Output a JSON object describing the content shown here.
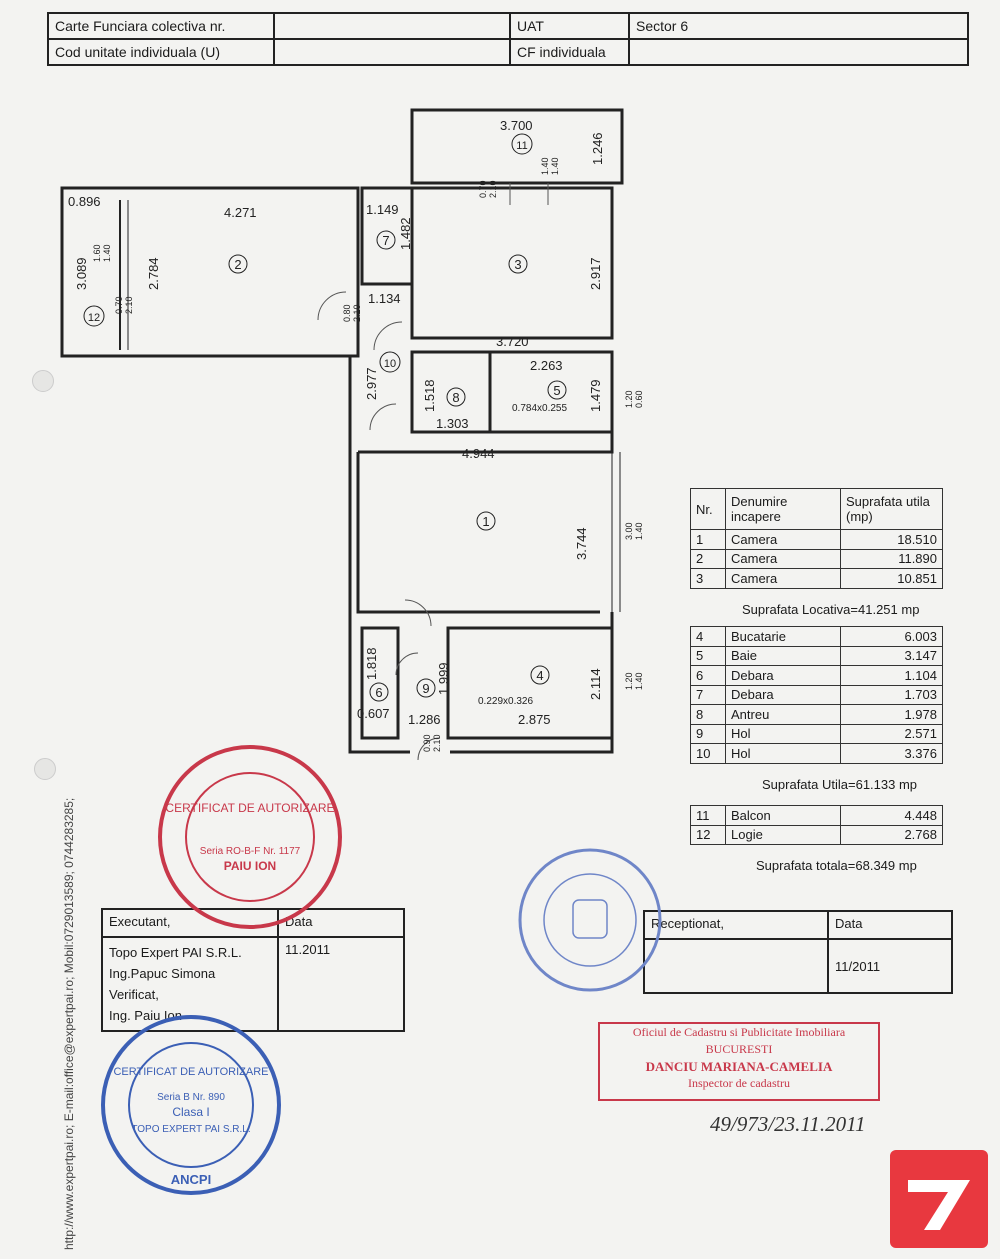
{
  "header": {
    "carte_funciara_label": "Carte Funciara colectiva nr.",
    "uat_label": "UAT",
    "uat_value": "Sector 6",
    "cod_unitate_label": "Cod unitate individuala (U)",
    "cf_individuala_label": "CF individuala"
  },
  "plan": {
    "dims": {
      "d3700": "3.700",
      "d1246": "1.246",
      "d0896": "0.896",
      "d4271": "4.271",
      "d1149": "1.149",
      "d3089": "3.089",
      "d2784": "2.784",
      "d1482": "1.482",
      "d2917": "2.917",
      "d1134": "1.134",
      "d3720": "3.720",
      "d2977": "2.977",
      "d2263": "2.263",
      "d1518": "1.518",
      "d1479": "1.479",
      "d1303": "1.303",
      "d0784": "0.784x0.255",
      "d4944": "4.944",
      "d3744": "3.744",
      "d1818": "1.818",
      "d1999": "1.999",
      "d2114": "2.114",
      "d0229": "0.229x0.326",
      "d0607": "0.607",
      "d1286": "1.286",
      "d2875": "2.875"
    },
    "openings": {
      "o1": "1.40",
      "o2": "1.40",
      "o3": "0.70",
      "o4": "2.10",
      "o5": "1.60",
      "o6": "1.40",
      "o7": "0.70",
      "o8": "2.10",
      "o9": "0.80",
      "o10": "2.10",
      "o11": "1.20",
      "o12": "0.60",
      "o13": "3.00",
      "o14": "1.40",
      "o15": "1.20",
      "o16": "1.40",
      "o17": "0.90",
      "o18": "2.10"
    },
    "rooms": [
      "1",
      "2",
      "3",
      "4",
      "5",
      "6",
      "7",
      "8",
      "9",
      "10",
      "11",
      "12"
    ]
  },
  "rooms_table": {
    "headers": [
      "Nr.",
      "Denumire incapere",
      "Suprafata utila (mp)"
    ],
    "rows_main": [
      {
        "nr": "1",
        "name": "Camera",
        "area": "18.510"
      },
      {
        "nr": "2",
        "name": "Camera",
        "area": "11.890"
      },
      {
        "nr": "3",
        "name": "Camera",
        "area": "10.851"
      }
    ],
    "suprafata_locativa": "Suprafata Locativa=41.251 mp",
    "rows_aux": [
      {
        "nr": "4",
        "name": "Bucatarie",
        "area": "6.003"
      },
      {
        "nr": "5",
        "name": "Baie",
        "area": "3.147"
      },
      {
        "nr": "6",
        "name": "Debara",
        "area": "1.104"
      },
      {
        "nr": "7",
        "name": "Debara",
        "area": "1.703"
      },
      {
        "nr": "8",
        "name": "Antreu",
        "area": "1.978"
      },
      {
        "nr": "9",
        "name": "Hol",
        "area": "2.571"
      },
      {
        "nr": "10",
        "name": "Hol",
        "area": "3.376"
      }
    ],
    "suprafata_utila": "Suprafata Utila=61.133 mp",
    "rows_ext": [
      {
        "nr": "11",
        "name": "Balcon",
        "area": "4.448"
      },
      {
        "nr": "12",
        "name": "Logie",
        "area": "2.768"
      }
    ],
    "suprafata_totala": "Suprafata totala=68.349 mp"
  },
  "executant": {
    "label": "Executant,",
    "data_label": "Data",
    "company": "Topo Expert PAI S.R.L.",
    "engineer": "Ing.Papuc Simona",
    "verificat": "Verificat,",
    "verifier": "Ing. Paiu Ion",
    "date": "11.2011"
  },
  "receptionat": {
    "label": "Receptionat,",
    "data_label": "Data",
    "date": "11/2011"
  },
  "stamps": {
    "red_round": {
      "title": "CERTIFICAT DE AUTORIZARE",
      "series": "Seria RO-B-F Nr. 1177",
      "name": "PAIU ION"
    },
    "blue_round": {
      "title": "CERTIFICAT DE AUTORIZARE",
      "series": "Seria B Nr. 890",
      "class": "Clasa I",
      "company": "TOPO EXPERT PAI S.R.L.",
      "bottom": "ANCPI"
    },
    "rect": {
      "line1": "Oficiul de Cadastru si Publicitate Imobiliara",
      "line2": "BUCURESTI",
      "line3": "DANCIU MARIANA-CAMELIA",
      "line4": "Inspector de cadastru"
    }
  },
  "reg_number": "49/973/23.11.2011",
  "side_text": "http://www.expertpai.ro;   E-mail:office@expertpai.ro;   Mobil:0729013589;  0744283285;",
  "colors": {
    "red_stamp": "#c8384a",
    "blue_stamp": "#3b5fb5",
    "logo_red": "#e8383f"
  }
}
